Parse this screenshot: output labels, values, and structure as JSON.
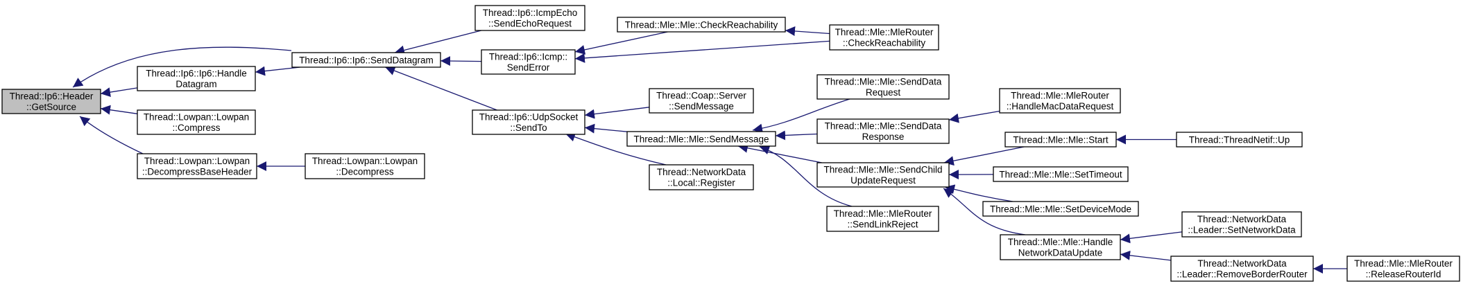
{
  "colors": {
    "edge": "#191970",
    "root_fill": "#bfbfbf",
    "node_fill": "#ffffff",
    "node_stroke": "#000000"
  },
  "nodes": [
    {
      "id": "header-getsource",
      "lines": [
        "Thread::Ip6::Header",
        "::GetSource"
      ]
    },
    {
      "id": "ip6-handle-datagram",
      "lines": [
        "Thread::Ip6::Ip6::Handle",
        "Datagram"
      ]
    },
    {
      "id": "lowpan-compress",
      "lines": [
        "Thread::Lowpan::Lowpan",
        "::Compress"
      ]
    },
    {
      "id": "lowpan-decompress-base-header",
      "lines": [
        "Thread::Lowpan::Lowpan",
        "::DecompressBaseHeader"
      ]
    },
    {
      "id": "lowpan-decompress",
      "lines": [
        "Thread::Lowpan::Lowpan",
        "::Decompress"
      ]
    },
    {
      "id": "ip6-send-datagram",
      "lines": [
        "Thread::Ip6::Ip6::SendDatagram"
      ]
    },
    {
      "id": "icmpecho-send-echo-request",
      "lines": [
        "Thread::Ip6::IcmpEcho",
        "::SendEchoRequest"
      ]
    },
    {
      "id": "icmp-send-error",
      "lines": [
        "Thread::Ip6::Icmp::",
        "SendError"
      ]
    },
    {
      "id": "udpsocket-sendto",
      "lines": [
        "Thread::Ip6::UdpSocket",
        "::SendTo"
      ]
    },
    {
      "id": "mle-check-reachability",
      "lines": [
        "Thread::Mle::Mle::CheckReachability"
      ]
    },
    {
      "id": "mlerouter-check-reachability",
      "lines": [
        "Thread::Mle::MleRouter",
        "::CheckReachability"
      ]
    },
    {
      "id": "coap-server-send-message",
      "lines": [
        "Thread::Coap::Server",
        "::SendMessage"
      ]
    },
    {
      "id": "mle-send-message",
      "lines": [
        "Thread::Mle::Mle::SendMessage"
      ]
    },
    {
      "id": "networkdata-local-register",
      "lines": [
        "Thread::NetworkData",
        "::Local::Register"
      ]
    },
    {
      "id": "mle-send-data-request",
      "lines": [
        "Thread::Mle::Mle::SendData",
        "Request"
      ]
    },
    {
      "id": "mle-send-data-response",
      "lines": [
        "Thread::Mle::Mle::SendData",
        "Response"
      ]
    },
    {
      "id": "mle-send-child-update-request",
      "lines": [
        "Thread::Mle::Mle::SendChild",
        "UpdateRequest"
      ]
    },
    {
      "id": "mlerouter-send-link-reject",
      "lines": [
        "Thread::Mle::MleRouter",
        "::SendLinkReject"
      ]
    },
    {
      "id": "mle-handle-network-data-update",
      "lines": [
        "Thread::Mle::Mle::Handle",
        "NetworkDataUpdate"
      ]
    },
    {
      "id": "mlerouter-handle-mac-data-request",
      "lines": [
        "Thread::Mle::MleRouter",
        "::HandleMacDataRequest"
      ]
    },
    {
      "id": "mle-start",
      "lines": [
        "Thread::Mle::Mle::Start"
      ]
    },
    {
      "id": "mle-set-timeout",
      "lines": [
        "Thread::Mle::Mle::SetTimeout"
      ]
    },
    {
      "id": "mle-set-device-mode",
      "lines": [
        "Thread::Mle::Mle::SetDeviceMode"
      ]
    },
    {
      "id": "threadnetif-up",
      "lines": [
        "Thread::ThreadNetif::Up"
      ]
    },
    {
      "id": "leader-set-network-data",
      "lines": [
        "Thread::NetworkData",
        "::Leader::SetNetworkData"
      ]
    },
    {
      "id": "leader-remove-border-router",
      "lines": [
        "Thread::NetworkData",
        "::Leader::RemoveBorderRouter"
      ]
    },
    {
      "id": "mlerouter-release-router-id",
      "lines": [
        "Thread::Mle::MleRouter",
        "::ReleaseRouterId"
      ]
    }
  ],
  "edges": [
    {
      "from": "header-getsource",
      "to": "ip6-send-datagram"
    },
    {
      "from": "header-getsource",
      "to": "ip6-handle-datagram"
    },
    {
      "from": "header-getsource",
      "to": "lowpan-compress"
    },
    {
      "from": "header-getsource",
      "to": "lowpan-decompress-base-header"
    },
    {
      "from": "ip6-handle-datagram",
      "to": "ip6-send-datagram"
    },
    {
      "from": "lowpan-decompress-base-header",
      "to": "lowpan-decompress"
    },
    {
      "from": "ip6-send-datagram",
      "to": "icmpecho-send-echo-request"
    },
    {
      "from": "ip6-send-datagram",
      "to": "icmp-send-error"
    },
    {
      "from": "ip6-send-datagram",
      "to": "udpsocket-sendto"
    },
    {
      "from": "icmp-send-error",
      "to": "mle-check-reachability"
    },
    {
      "from": "icmp-send-error",
      "to": "mlerouter-check-reachability"
    },
    {
      "from": "mle-check-reachability",
      "to": "mlerouter-check-reachability"
    },
    {
      "from": "udpsocket-sendto",
      "to": "coap-server-send-message"
    },
    {
      "from": "udpsocket-sendto",
      "to": "mle-send-message"
    },
    {
      "from": "udpsocket-sendto",
      "to": "networkdata-local-register"
    },
    {
      "from": "mle-send-message",
      "to": "mle-send-data-request"
    },
    {
      "from": "mle-send-message",
      "to": "mle-send-data-response"
    },
    {
      "from": "mle-send-message",
      "to": "mle-send-child-update-request"
    },
    {
      "from": "mle-send-message",
      "to": "mlerouter-send-link-reject"
    },
    {
      "from": "mle-send-data-response",
      "to": "mlerouter-handle-mac-data-request"
    },
    {
      "from": "mle-send-child-update-request",
      "to": "mle-start"
    },
    {
      "from": "mle-send-child-update-request",
      "to": "mle-set-timeout"
    },
    {
      "from": "mle-send-child-update-request",
      "to": "mle-set-device-mode"
    },
    {
      "from": "mle-send-child-update-request",
      "to": "mle-handle-network-data-update"
    },
    {
      "from": "mle-start",
      "to": "threadnetif-up"
    },
    {
      "from": "mle-handle-network-data-update",
      "to": "leader-set-network-data"
    },
    {
      "from": "mle-handle-network-data-update",
      "to": "leader-remove-border-router"
    },
    {
      "from": "leader-remove-border-router",
      "to": "mlerouter-release-router-id"
    }
  ]
}
